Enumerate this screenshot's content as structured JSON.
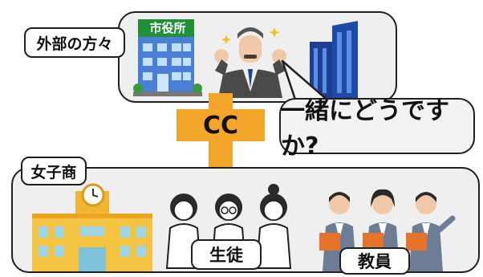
{
  "top_section": {
    "label": "外部の方々",
    "city_hall_sign": "市役所"
  },
  "speech_bubble": {
    "text": "一緒にどうですか?"
  },
  "connector": {
    "label": "CC"
  },
  "bottom_section": {
    "label": "女子商",
    "students_label": "生徒",
    "teachers_label": "教員"
  },
  "colors": {
    "panel_fill": "#efefef",
    "outline": "#1f1f1f",
    "cc_orange": "#f4a62a",
    "building_blue": "#1e3f8f",
    "school_yellow": "#f5c342",
    "suit_gray": "#6d7d95"
  },
  "icons": [
    "city-hall-icon",
    "businessman-icon",
    "office-buildings-icon",
    "school-building-icon",
    "student-icon",
    "teacher-icon",
    "clock-icon"
  ]
}
